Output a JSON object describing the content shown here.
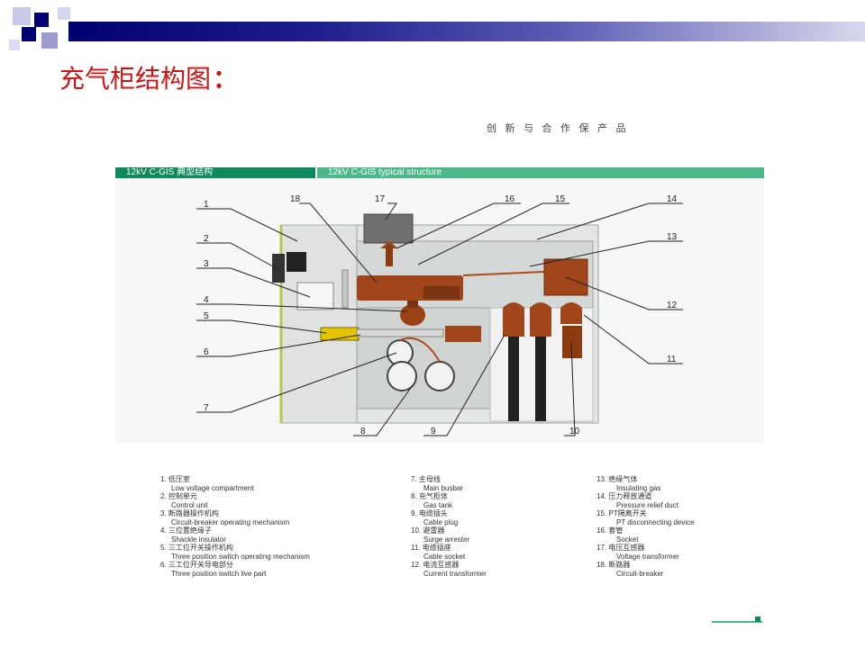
{
  "header": {
    "title": "充气柜结构图",
    "colon": "：",
    "accent_color": "#cc1414",
    "bar_color_start": "#000070",
    "bar_color_end": "#d8d8ee"
  },
  "figure": {
    "slogan": "创 新 与 合 作 保 产 品",
    "band_left": "12kV C-GIS 典型结构",
    "band_right": "12kV C-GIS  typical structure",
    "band_left_color": "#0e8a5c",
    "band_right_color": "#4ab888",
    "callout_numbers": [
      "1",
      "2",
      "3",
      "4",
      "5",
      "6",
      "7",
      "8",
      "9",
      "10",
      "11",
      "12",
      "13",
      "14",
      "15",
      "16",
      "17",
      "18"
    ]
  },
  "legend": {
    "items": [
      {
        "num": "1.",
        "cn": "低压室",
        "en": "Low voltage compartment"
      },
      {
        "num": "2.",
        "cn": "控制单元",
        "en": "Control unit"
      },
      {
        "num": "3.",
        "cn": "断路器操作机构",
        "en": "Circuit-breaker operating mechanism"
      },
      {
        "num": "4.",
        "cn": "三位置绝缘子",
        "en": "Shackle insulator"
      },
      {
        "num": "5.",
        "cn": "三工位开关操作机构",
        "en": "Three position switch operating mechanism"
      },
      {
        "num": "6.",
        "cn": "三工位开关导电部分",
        "en": "Three position switch live part"
      },
      {
        "num": "7.",
        "cn": "主母线",
        "en": "Main busbar"
      },
      {
        "num": "8.",
        "cn": "充气柜体",
        "en": "Gas tank"
      },
      {
        "num": "9.",
        "cn": "电缆插头",
        "en": "Cable plug"
      },
      {
        "num": "10.",
        "cn": "避雷器",
        "en": "Surge arrester"
      },
      {
        "num": "11.",
        "cn": "电缆插座",
        "en": "Cable socket"
      },
      {
        "num": "12.",
        "cn": "电流互感器",
        "en": "Current transformer"
      },
      {
        "num": "13.",
        "cn": "绝缘气体",
        "en": "Insulating gas"
      },
      {
        "num": "14.",
        "cn": "压力释放通道",
        "en": "Pressure relief duct"
      },
      {
        "num": "15.",
        "cn": "PT隔离开关",
        "en": "PT disconnecting device"
      },
      {
        "num": "16.",
        "cn": "套管",
        "en": "Socket"
      },
      {
        "num": "17.",
        "cn": "电压互感器",
        "en": "Voltage transformer"
      },
      {
        "num": "18.",
        "cn": "断路器",
        "en": "Circuit-breaker"
      }
    ]
  }
}
